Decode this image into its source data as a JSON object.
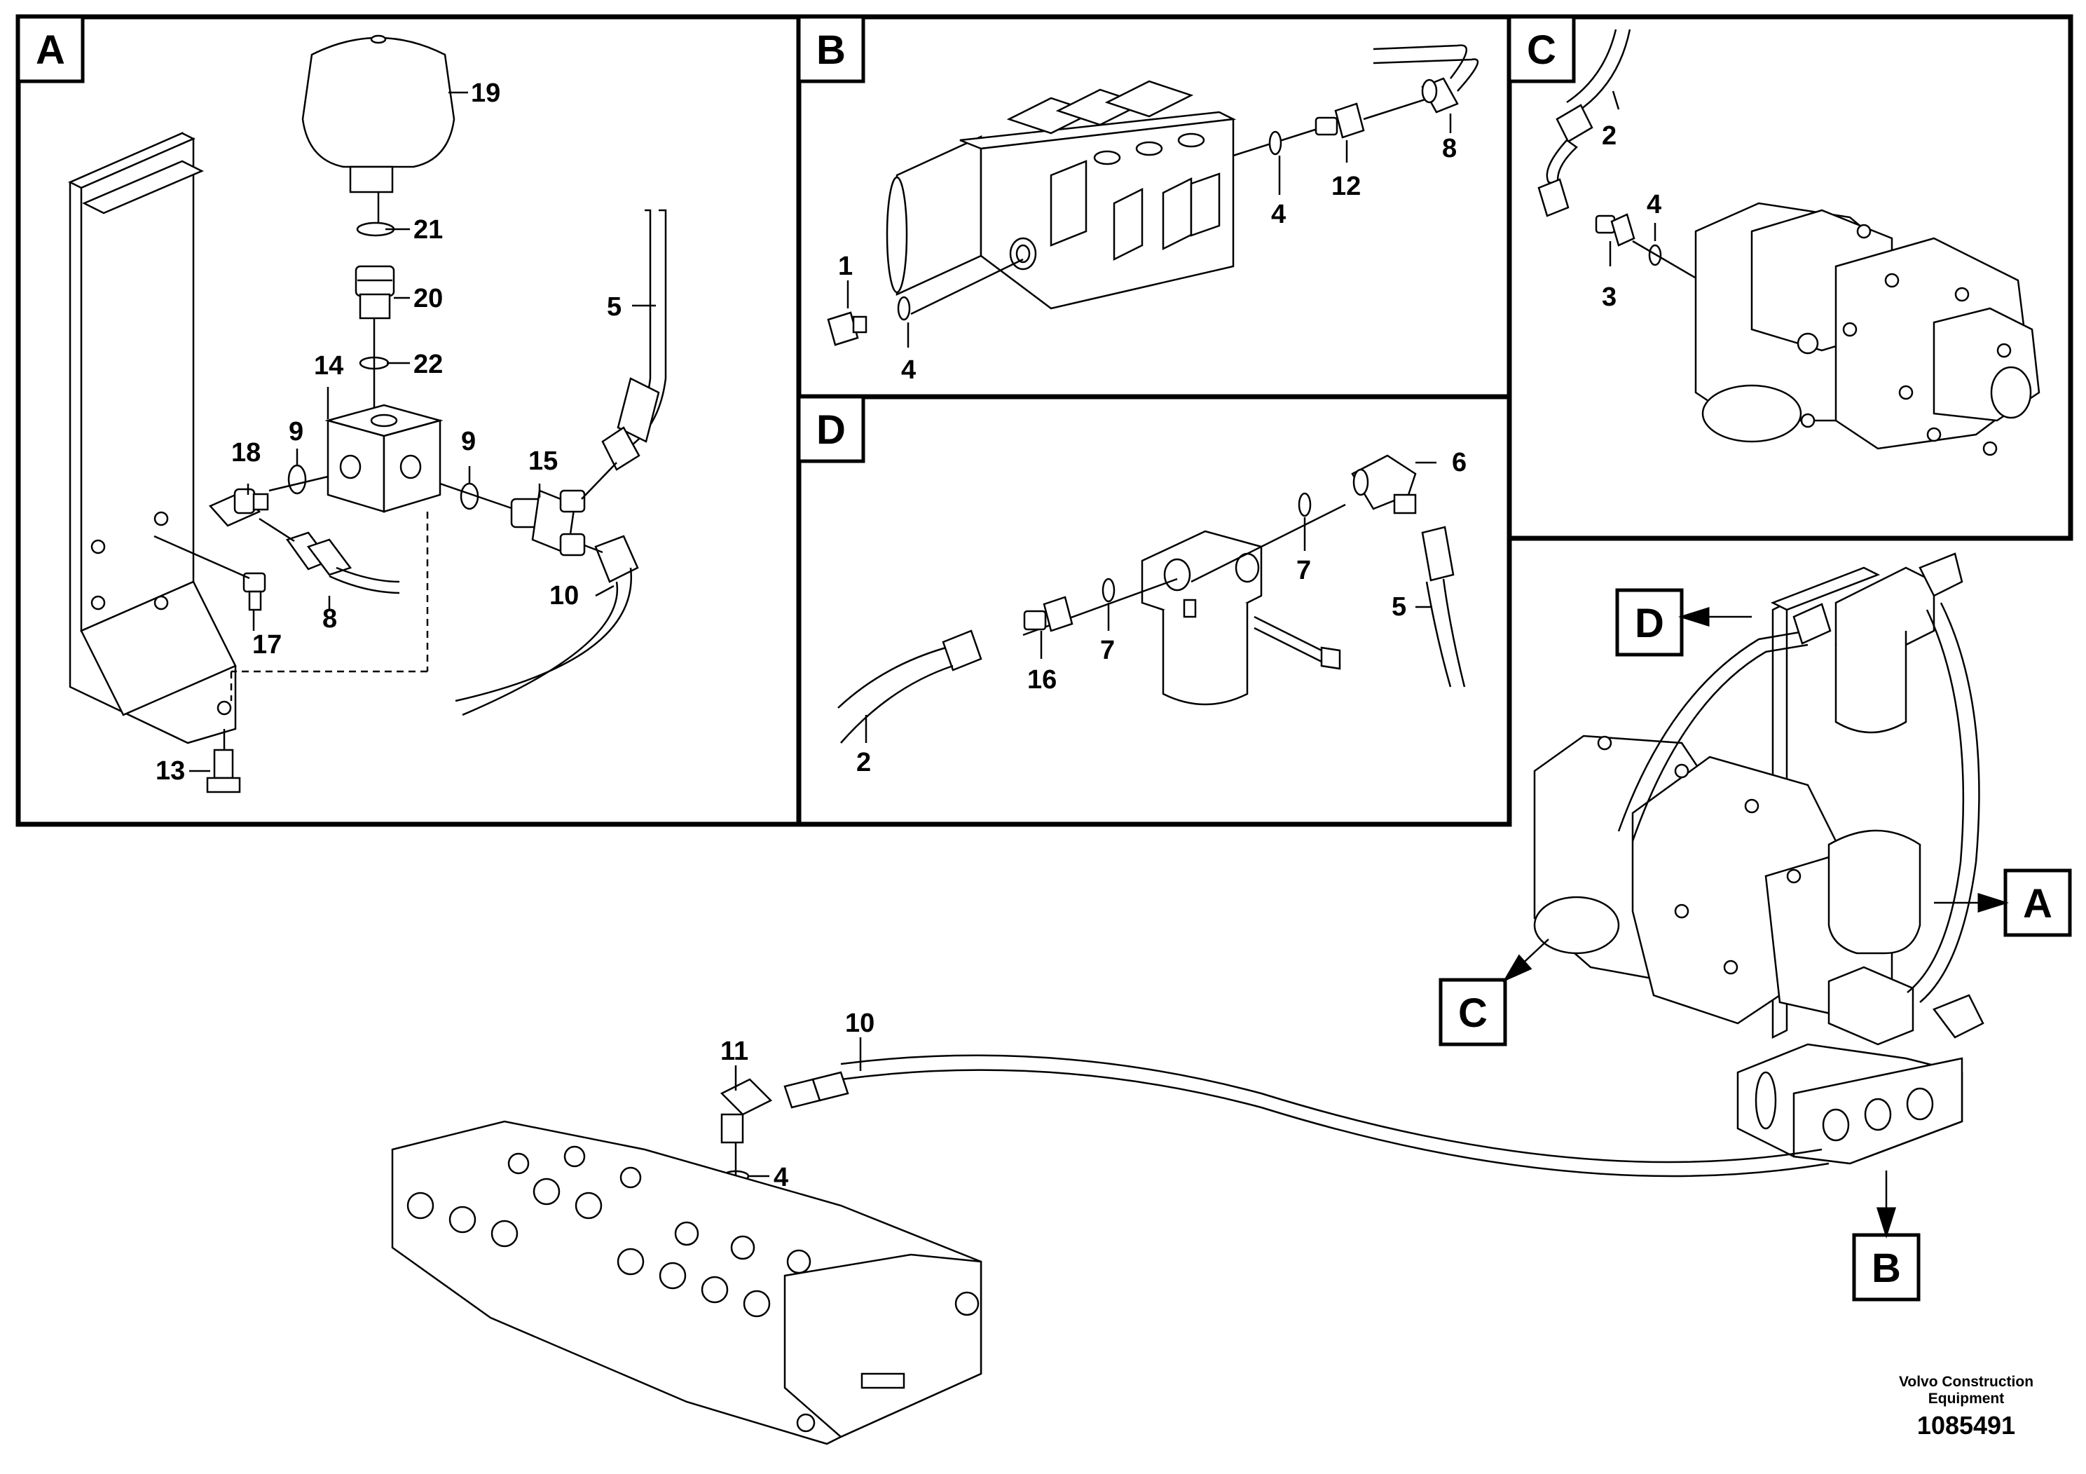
{
  "panels": {
    "A": {
      "label": "A",
      "callouts": [
        "19",
        "21",
        "20",
        "22",
        "14",
        "18",
        "9",
        "9",
        "15",
        "5",
        "8",
        "17",
        "10",
        "13"
      ]
    },
    "B": {
      "label": "B",
      "callouts": [
        "1",
        "4",
        "4",
        "12",
        "8"
      ]
    },
    "C": {
      "label": "C",
      "callouts": [
        "2",
        "4",
        "3"
      ]
    },
    "D": {
      "label": "D",
      "callouts": [
        "6",
        "7",
        "7",
        "5",
        "16",
        "2"
      ]
    }
  },
  "overview": {
    "refs": {
      "D": "D",
      "A": "A",
      "C": "C",
      "B": "B"
    },
    "callouts": {
      "c10": "10",
      "c11": "11",
      "c4": "4"
    }
  },
  "footer": {
    "company_line1": "Volvo Construction",
    "company_line2": "Equipment",
    "drawing_no": "1085491"
  }
}
